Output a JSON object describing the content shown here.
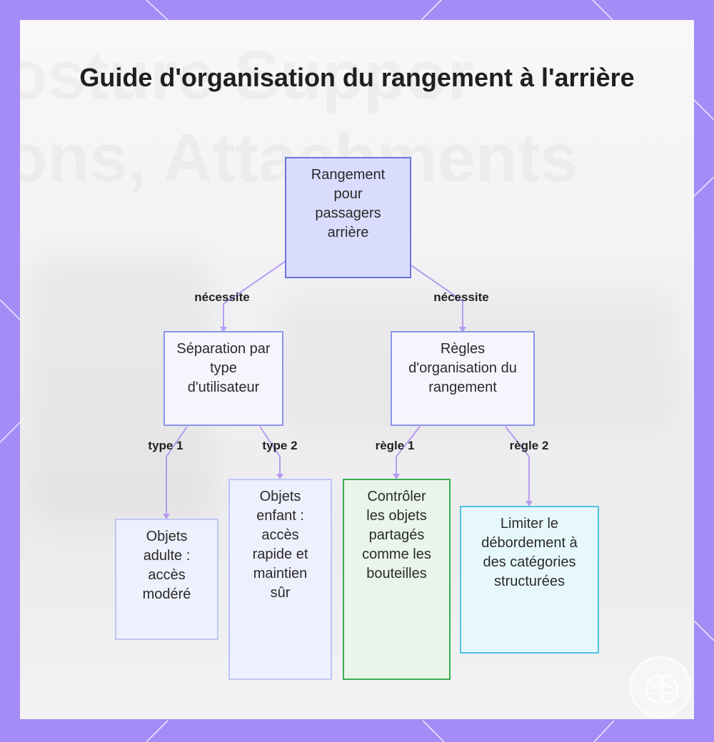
{
  "title": "Guide d'organisation du rangement à l'arrière",
  "watermark": "osture Suppor\nons, Attachments",
  "nodes": {
    "root": "Rangement pour passagers arrière",
    "separation": "Séparation par type d'utilisateur",
    "regles": "Règles d'organisation du rangement",
    "adulte": "Objets adulte : accès modéré",
    "enfant": "Objets enfant : accès rapide et maintien sûr",
    "controler": "Contrôler les objets partagés comme les bouteilles",
    "limiter": "Limiter le débordement à des catégories structurées"
  },
  "edges": {
    "root_separation": "nécessite",
    "root_regles": "nécessite",
    "separation_adulte": "type 1",
    "separation_enfant": "type 2",
    "regles_controler": "règle 1",
    "regles_limiter": "règle 2"
  },
  "colors": {
    "background": "#a48cf6",
    "edge": "#b69cf0",
    "root_fill": "#d9dcfd",
    "root_border": "#6b74e0",
    "mid_fill": "#f5f6fd",
    "mid_border": "#8c94ea",
    "leaf_fill": "#eef0fd",
    "leaf_border": "#c0c6f2",
    "green_fill": "#e9f5ea",
    "green_border": "#3bab4e",
    "cyan_fill": "#e7f8fd",
    "cyan_border": "#4fc3e3"
  },
  "logo_icon": "brain-icon"
}
